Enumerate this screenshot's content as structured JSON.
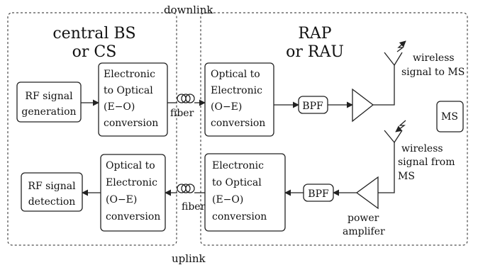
{
  "labels": {
    "downlink": "downlink",
    "uplink": "uplink",
    "central_title_1": "central BS",
    "central_title_2": "or   CS",
    "rap_title_1": "RAP",
    "rap_title_2": "or RAU",
    "rf_gen": [
      "RF signal",
      "generation"
    ],
    "eo_top": [
      "Electronic",
      "to Optical",
      "(E−O)",
      "conversion"
    ],
    "oe_top": [
      "Optical to",
      "Electronic",
      "(O−E)",
      "conversion"
    ],
    "bpf_top": "BPF",
    "fiber_top": "fiber",
    "wireless_to_ms": [
      "wireless",
      "signal to MS"
    ],
    "ms": "MS",
    "rf_det": [
      "RF signal",
      "detection"
    ],
    "oe_bottom": [
      "Optical to",
      "Electronic",
      "(O−E)",
      "conversion"
    ],
    "eo_bottom": [
      "Electronic",
      "to Optical",
      "(E−O)",
      "conversion"
    ],
    "bpf_bottom": "BPF",
    "fiber_bottom": "fiber",
    "wireless_from_ms": [
      "wireless",
      "signal from",
      "MS"
    ],
    "power_amp": [
      "power",
      "amplifer"
    ]
  }
}
